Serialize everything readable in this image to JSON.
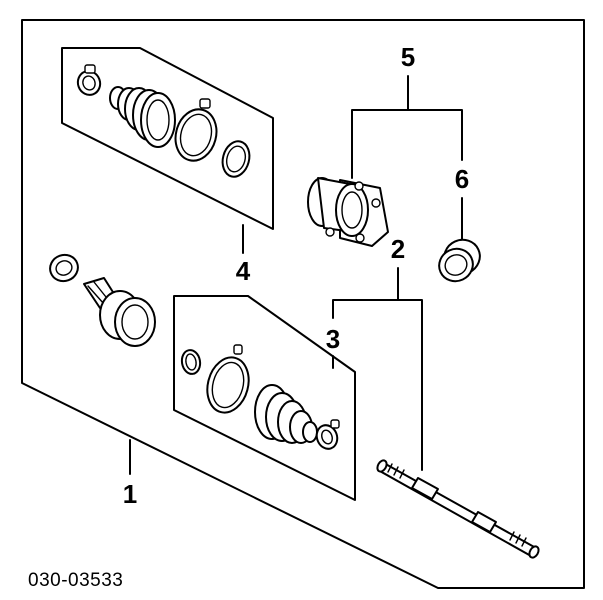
{
  "callouts": {
    "c1": "1",
    "c2": "2",
    "c3": "3",
    "c4": "4",
    "c5": "5",
    "c6": "6"
  },
  "part_number": "030-03533"
}
